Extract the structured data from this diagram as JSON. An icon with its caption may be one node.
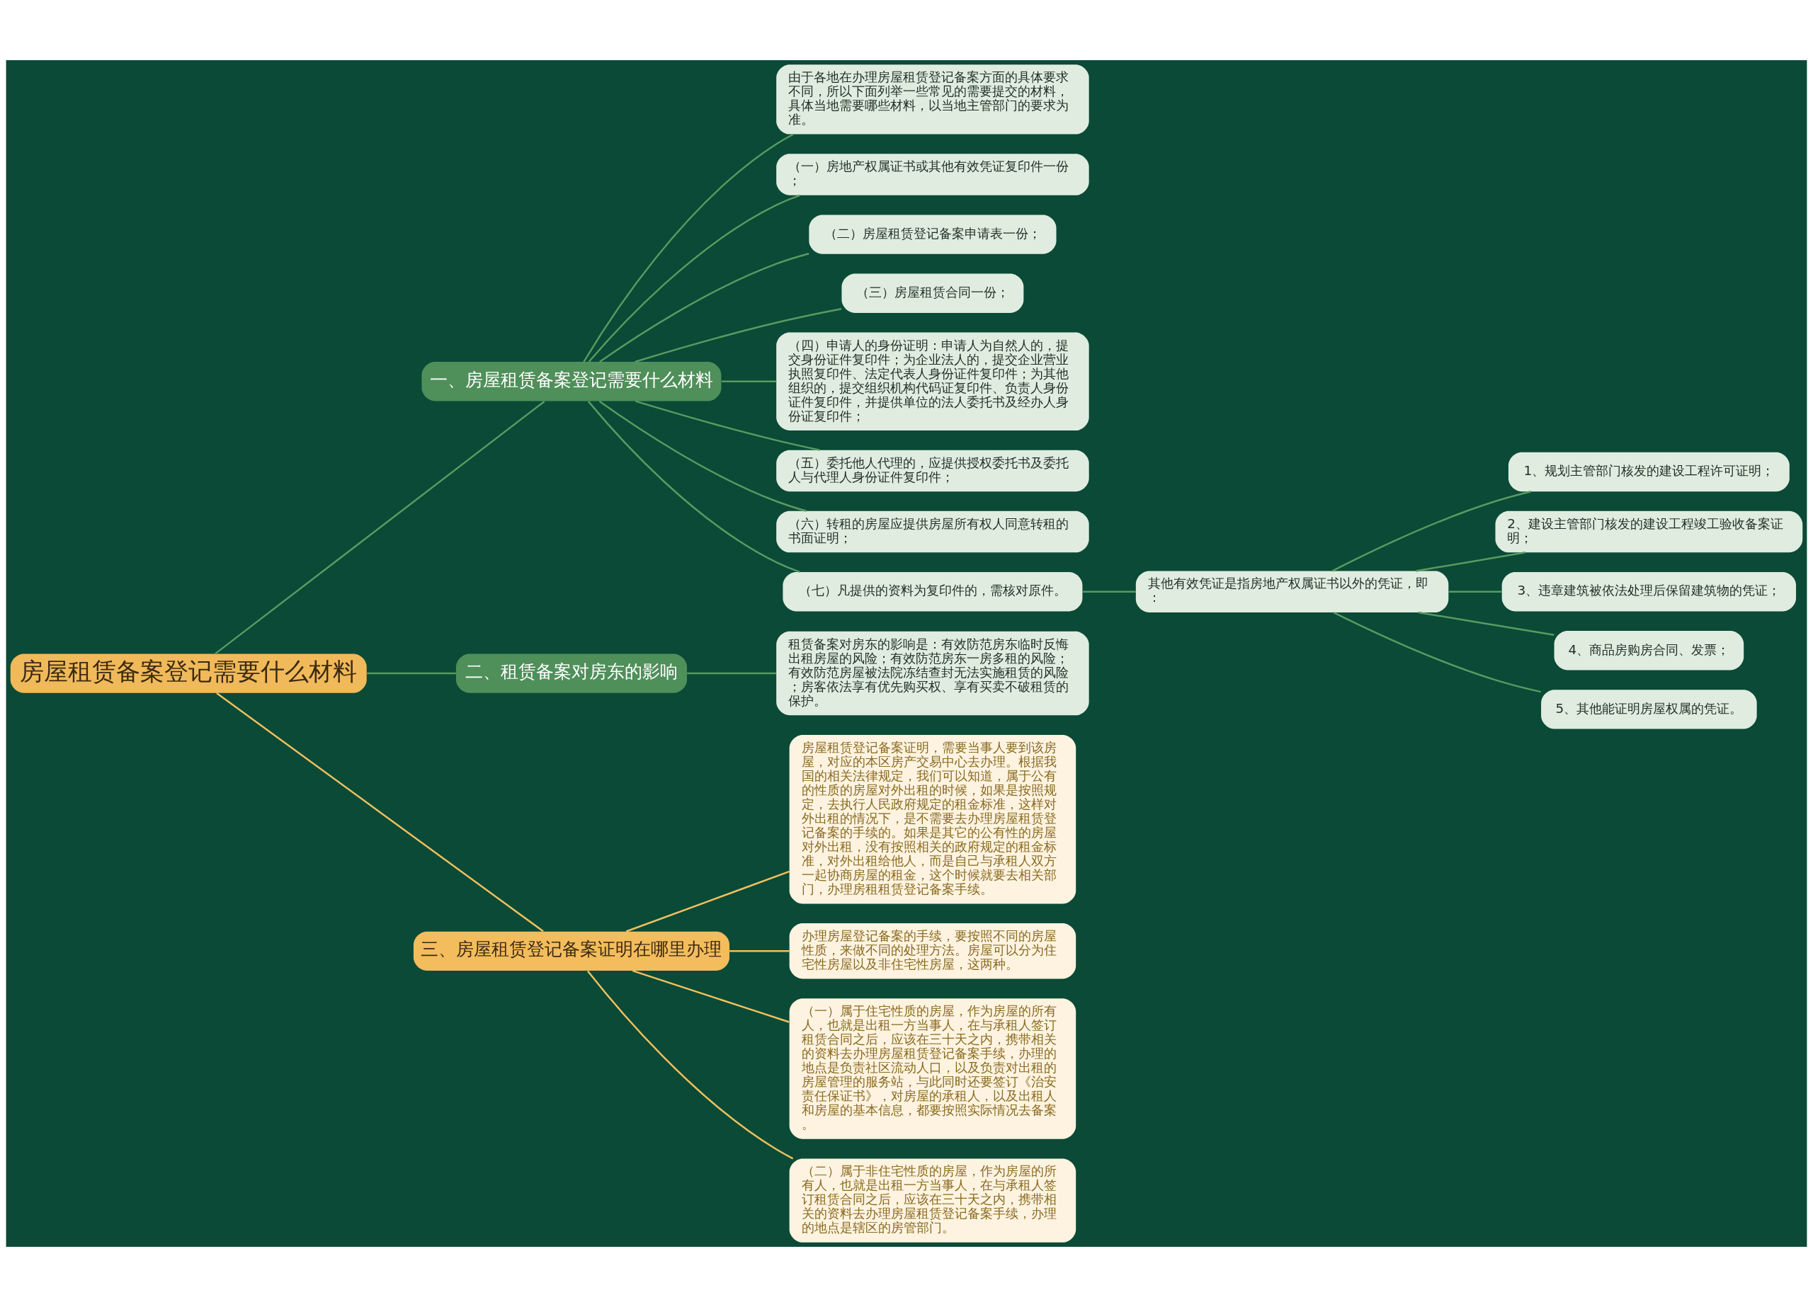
{
  "diagram": {
    "nodes": [
      {
        "text": [
          "房屋租赁备案登记需要什么材料"
        ]
      },
      {
        "text": [
          "一、房屋租赁备案登记需要什么材料"
        ]
      },
      {
        "text": [
          "由于各地在办理房屋租赁登记备案方面的具体要求不同，所以下面列举一些常见的需要提交的材料，具体当地需要哪些材料，以当地主管部门的要求为准。"
        ]
      },
      {
        "text": [
          "（一）房地产权属证书或其他有效凭证复印件一份；"
        ]
      },
      {
        "text": [
          "（二）房屋租赁登记备案申请表一份；"
        ]
      },
      {
        "text": [
          "（三）房屋租赁合同一份；"
        ]
      },
      {
        "text": [
          "（四）申请人的身份证明：申请人为自然人的，提交身份证件复印件；为企业法人的，提交企业营业执照复印件、法定代表人身份证件复印件；为其他组织的，提交组织机构代码证复印件、负责人身份证件复印件，并提供单位的法人委托书及经办人身份证复印件；"
        ]
      },
      {
        "text": [
          "（五）委托他人代理的，应提供授权委托书及委托人与代理人身份证件复印件；"
        ]
      },
      {
        "text": [
          "（六）转租的房屋应提供房屋所有权人同意转租的书面证明；"
        ]
      },
      {
        "text": [
          "（七）凡提供的资料为复印件的，需核对原件。"
        ]
      },
      {
        "text": [
          "其他有效凭证是指房地产权属证书以外的凭证，即："
        ]
      },
      {
        "text": [
          "1、规划主管部门核发的建设工程许可证明；"
        ]
      },
      {
        "text": [
          "2、建设主管部门核发的建设工程竣工验收备案证明；"
        ]
      },
      {
        "text": [
          "3、违章建筑被依法处理后保留建筑物的凭证；"
        ]
      },
      {
        "text": [
          "4、商品房购房合同、发票；"
        ]
      },
      {
        "text": [
          "5、其他能证明房屋权属的凭证。"
        ]
      },
      {
        "text": [
          "二、租赁备案对房东的影响"
        ]
      },
      {
        "text": [
          "租赁备案对房东的影响是：有效防范房东临时反悔出租房屋的风险；有效防范房东一房多租的风险；有效防范房屋被法院冻结查封无法实施租赁的风险；房客依法享有优先购买权、享有买卖不破租赁的保护。"
        ]
      },
      {
        "text": [
          "三、房屋租赁登记备案证明在哪里办理"
        ]
      },
      {
        "text": [
          "房屋租赁登记备案证明，需要当事人要到该房屋，对应的本区房产交易中心去办理。根据我国的相关法律规定，我们可以知道，属于公有的性质的房屋对外出租的时候，如果是按照规定，去执行人民政府规定的租金标准，这样对外出租的情况下，是不需要去办理房屋租赁登记备案的手续的。如果是其它的公有性的房屋对外出租，没有按照相关的政府规定的租金标准，对外出租给他人，而是自己与承租人双方一起协商房屋的租金，这个时候就要去相关部门，办理房租租赁登记备案手续。"
        ]
      },
      {
        "text": [
          "办理房屋登记备案的手续，要按照不同的房屋性质，来做不同的处理方法。房屋可以分为住宅性房屋以及非住宅性房屋，这两种。"
        ]
      },
      {
        "text": [
          "（一）属于住宅性质的房屋，作为房屋的所有人，也就是出租一方当事人，在与承租人签订租赁合同之后，应该在三十天之内，携带相关的资料去办理房屋租赁登记备案手续，办理的地点是负责社区流动人口，以及负责对出租的房屋管理的服务站，与此同时还要签订《治安责任保证书》，对房屋的承租人，以及出租人和房屋的基本信息，都要按照实际情况去备案。"
        ]
      },
      {
        "text": [
          "（二）属于非住宅性质的房屋，作为房屋的所有人，也就是出租一方当事人，在与承租人签订租赁合同之后，应该在三十天之内，携带相关的资料去办理房屋租赁登记备案手续，办理的地点是辖区的房管部门。"
        ]
      }
    ],
    "edges": [
      {
        "from": 0,
        "to": 1,
        "arrow": "none"
      },
      {
        "from": 1,
        "to": 2,
        "arrow": "none"
      },
      {
        "from": 1,
        "to": 3,
        "arrow": "none"
      },
      {
        "from": 1,
        "to": 4,
        "arrow": "none"
      },
      {
        "from": 1,
        "to": 5,
        "arrow": "none"
      },
      {
        "from": 1,
        "to": 6,
        "arrow": "none"
      },
      {
        "from": 1,
        "to": 7,
        "arrow": "none"
      },
      {
        "from": 1,
        "to": 8,
        "arrow": "none"
      },
      {
        "from": 1,
        "to": 9,
        "arrow": "none"
      },
      {
        "from": 9,
        "to": 10,
        "arrow": "none"
      },
      {
        "from": 10,
        "to": 11,
        "arrow": "none"
      },
      {
        "from": 10,
        "to": 12,
        "arrow": "none"
      },
      {
        "from": 10,
        "to": 13,
        "arrow": "none"
      },
      {
        "from": 10,
        "to": 14,
        "arrow": "none"
      },
      {
        "from": 10,
        "to": 15,
        "arrow": "none"
      },
      {
        "from": 0,
        "to": 16,
        "arrow": "none"
      },
      {
        "from": 16,
        "to": 17,
        "arrow": "none"
      },
      {
        "from": 0,
        "to": 18,
        "arrow": "none",
        "color": "#f0c060"
      },
      {
        "from": 18,
        "to": 19,
        "arrow": "none",
        "color": "#f0c060"
      },
      {
        "from": 18,
        "to": 20,
        "arrow": "none",
        "color": "#f0c060"
      },
      {
        "from": 18,
        "to": 21,
        "arrow": "none",
        "color": "#f0c060"
      },
      {
        "from": 18,
        "to": 22,
        "arrow": "none",
        "color": "#f0c060"
      }
    ]
  }
}
